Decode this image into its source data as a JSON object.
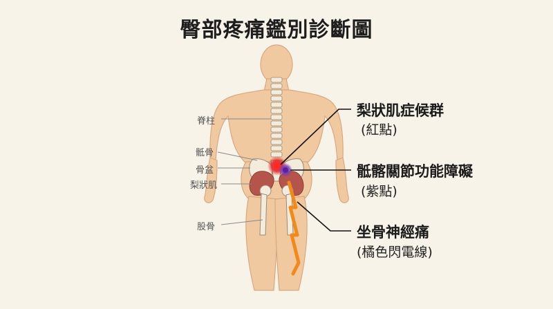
{
  "title": "臀部疼痛鑑別診斷圖",
  "anatomy_labels": {
    "spine": "脊柱",
    "sacrum": "骶骨",
    "pelvis": "骨盆",
    "piriformis": "梨狀肌",
    "femur": "股骨"
  },
  "callouts": {
    "piriformis_syndrome": {
      "name": "梨狀肌症候群",
      "marker": "(紅點)"
    },
    "si_joint_dysfunction": {
      "name": "骶髂關節功能障礙",
      "marker": "(紫點)"
    },
    "sciatica": {
      "name": "坐骨神經痛",
      "marker": "(橘色閃電線)"
    }
  },
  "colors": {
    "background": "#f8f3e8",
    "skin": "#f0c9a0",
    "bone": "#f3ecdc",
    "muscle": "#b5544a",
    "red_point": "#e3262a",
    "purple_point": "#7a3fb8",
    "lightning": "#f08a1c"
  }
}
